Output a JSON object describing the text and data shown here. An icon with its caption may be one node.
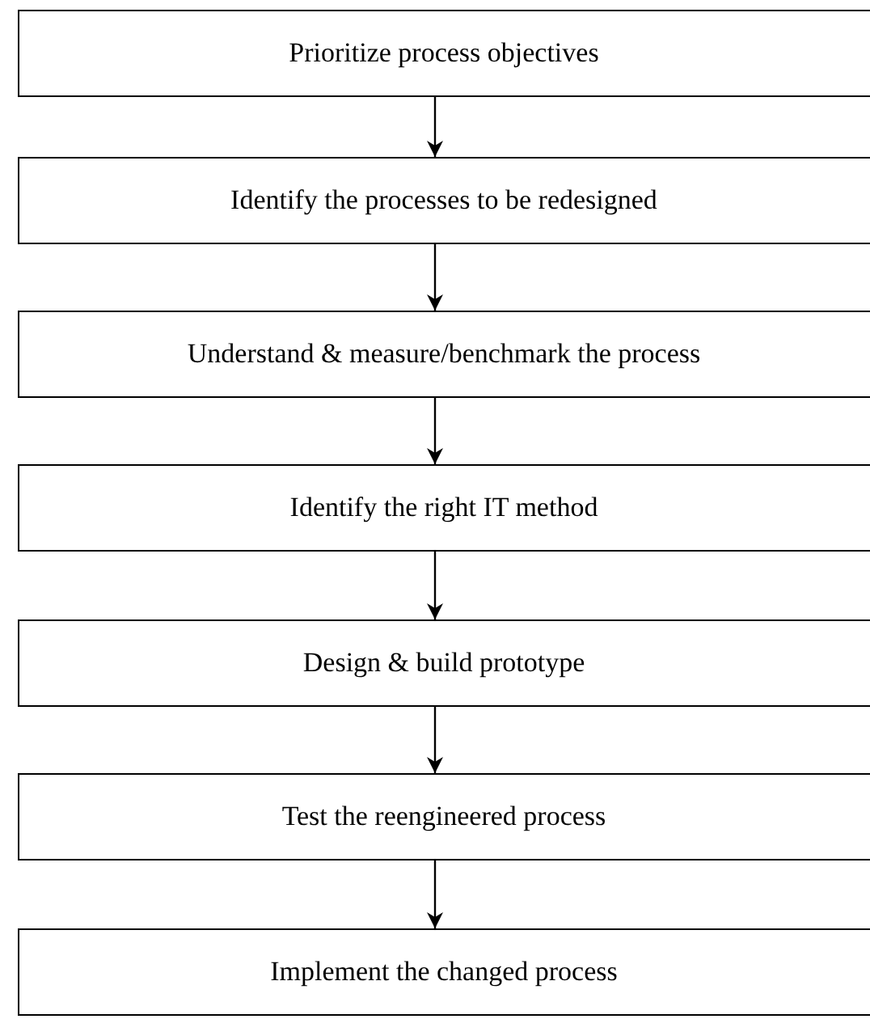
{
  "diagram": {
    "nodes": [
      {
        "text": [
          "Prioritize process objectives"
        ]
      },
      {
        "text": [
          "Identify the processes to be redesigned"
        ]
      },
      {
        "text": [
          "Understand & measure/benchmark the process"
        ]
      },
      {
        "text": [
          "Identify the right IT method"
        ]
      },
      {
        "text": [
          "Design & build prototype"
        ]
      },
      {
        "text": [
          "Test the reengineered process"
        ]
      },
      {
        "text": [
          "Implement the changed process"
        ]
      }
    ],
    "edges": [
      {
        "from": 0,
        "to": 1,
        "arrow": "to"
      },
      {
        "from": 1,
        "to": 2,
        "arrow": "to"
      },
      {
        "from": 2,
        "to": 3,
        "arrow": "to"
      },
      {
        "from": 3,
        "to": 4,
        "arrow": "to"
      },
      {
        "from": 4,
        "to": 5,
        "arrow": "to"
      },
      {
        "from": 5,
        "to": 6,
        "arrow": "to"
      }
    ]
  }
}
